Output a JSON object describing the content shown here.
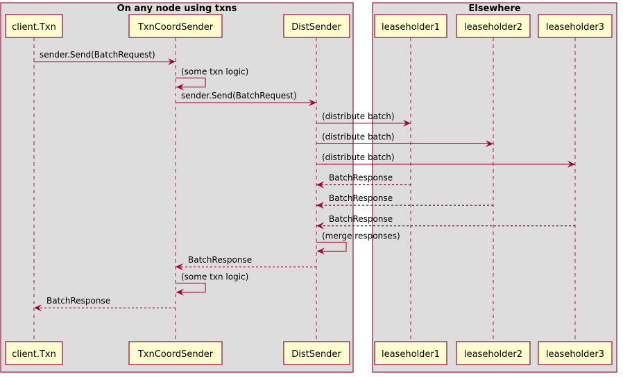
{
  "groups": [
    {
      "id": "node",
      "title": "On any node using txns"
    },
    {
      "id": "elsewhere",
      "title": "Elsewhere"
    }
  ],
  "participants": [
    {
      "id": "client",
      "label": "client.Txn"
    },
    {
      "id": "coord",
      "label": "TxnCoordSender"
    },
    {
      "id": "dist",
      "label": "DistSender"
    },
    {
      "id": "lh1",
      "label": "leaseholder1"
    },
    {
      "id": "lh2",
      "label": "leaseholder2"
    },
    {
      "id": "lh3",
      "label": "leaseholder3"
    }
  ],
  "messages": [
    {
      "from": "client",
      "to": "coord",
      "label": "sender.Send(BatchRequest)",
      "style": "solid"
    },
    {
      "from": "coord",
      "to": "coord",
      "label": "(some txn logic)",
      "style": "self"
    },
    {
      "from": "coord",
      "to": "dist",
      "label": "sender.Send(BatchRequest)",
      "style": "solid"
    },
    {
      "from": "dist",
      "to": "lh1",
      "label": "(distribute batch)",
      "style": "solid"
    },
    {
      "from": "dist",
      "to": "lh2",
      "label": "(distribute batch)",
      "style": "solid"
    },
    {
      "from": "dist",
      "to": "lh3",
      "label": "(distribute batch)",
      "style": "solid"
    },
    {
      "from": "lh1",
      "to": "dist",
      "label": "BatchResponse",
      "style": "dashed"
    },
    {
      "from": "lh2",
      "to": "dist",
      "label": "BatchResponse",
      "style": "dashed"
    },
    {
      "from": "lh3",
      "to": "dist",
      "label": "BatchResponse",
      "style": "dashed"
    },
    {
      "from": "dist",
      "to": "dist",
      "label": "(merge responses)",
      "style": "self"
    },
    {
      "from": "dist",
      "to": "coord",
      "label": "BatchResponse",
      "style": "dashed"
    },
    {
      "from": "coord",
      "to": "coord",
      "label": "(some txn logic)",
      "style": "self"
    },
    {
      "from": "coord",
      "to": "client",
      "label": "BatchResponse",
      "style": "dashed"
    }
  ],
  "colors": {
    "group_border": "#8b1a3b",
    "group_fill": "#dddddd",
    "participant_fill": "#fefece",
    "participant_border": "#a80036",
    "arrow": "#a80036",
    "lifeline": "#a80036"
  }
}
